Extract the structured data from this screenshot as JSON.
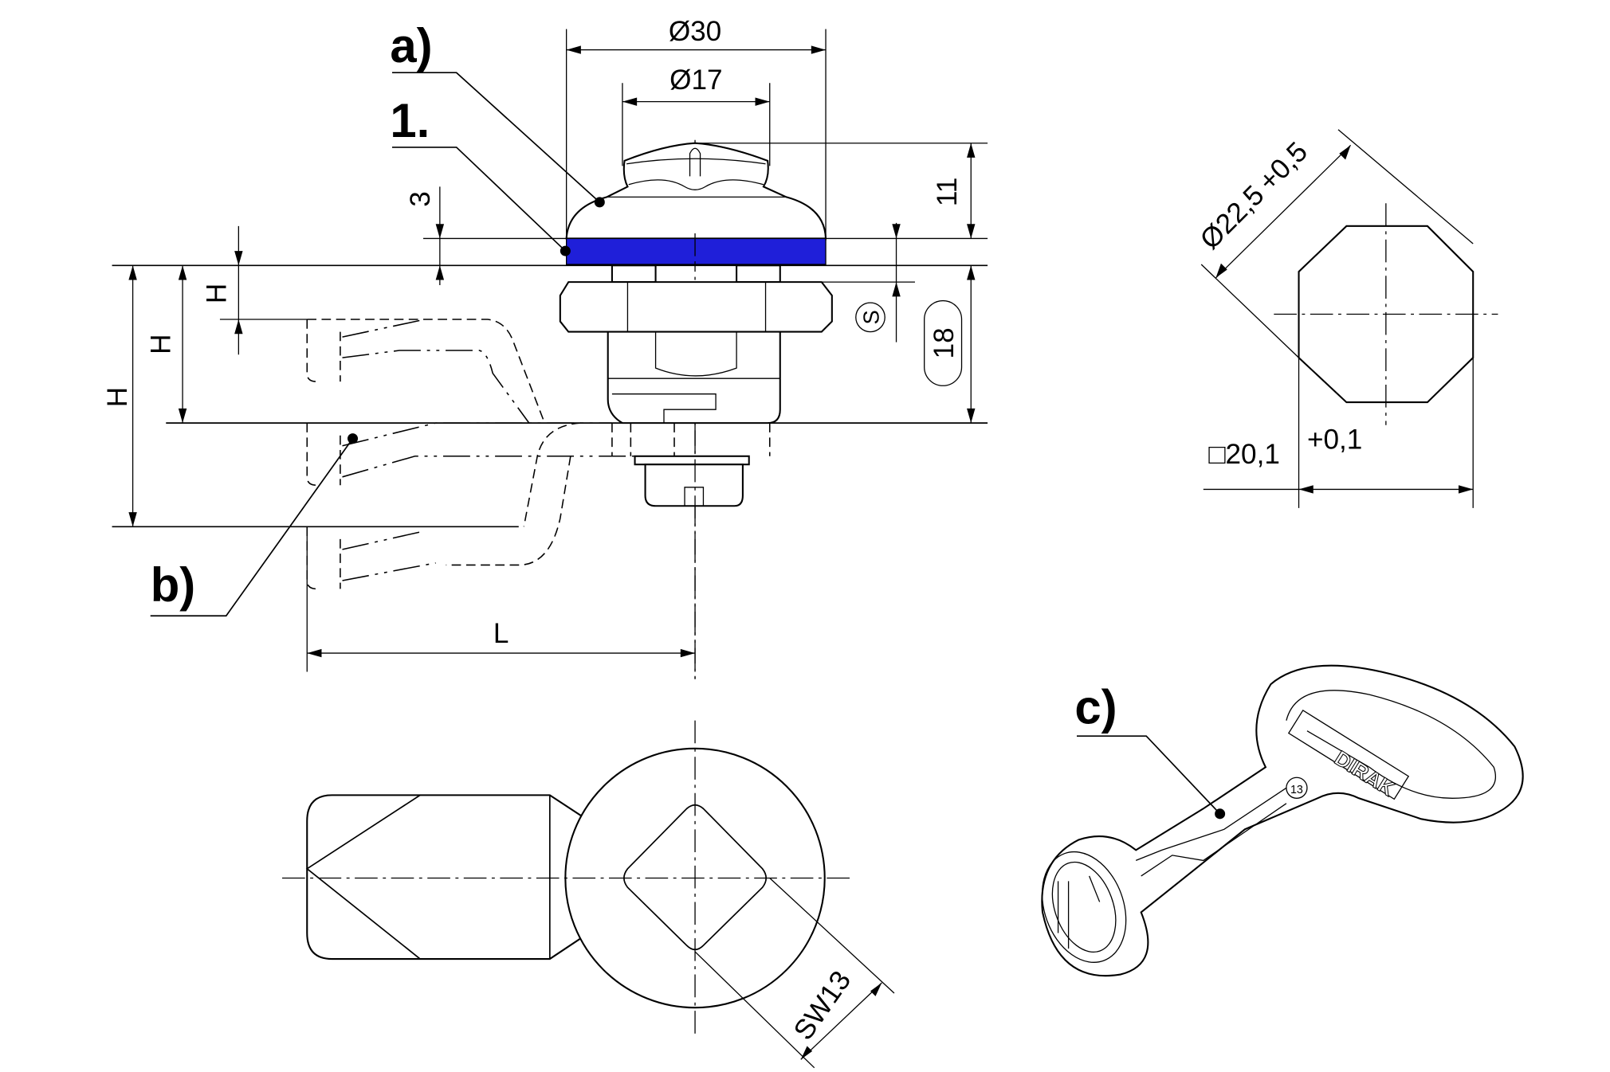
{
  "drawing": {
    "callouts": {
      "a": "a)",
      "one": "1.",
      "b": "b)",
      "c": "c)"
    },
    "dimensions": {
      "dia_outer": "Ø30",
      "dia_inner": "Ø17",
      "height_knob": "11",
      "seal_thickness": "3",
      "h_1": "H",
      "h_2": "H",
      "h_3": "H",
      "s": "S",
      "clamp_range": "18",
      "length": "L",
      "cutout_dia": "Ø22,5",
      "cutout_dia_tol": "+0,5",
      "cutout_square": "□20,1",
      "cutout_square_tol": "+0,1",
      "wrench_size": "SW13"
    },
    "key_marking": {
      "brand": "DIRAK",
      "size": "13"
    },
    "colors": {
      "seal": "#1f1fd9",
      "line": "#000000",
      "background": "#ffffff"
    }
  }
}
